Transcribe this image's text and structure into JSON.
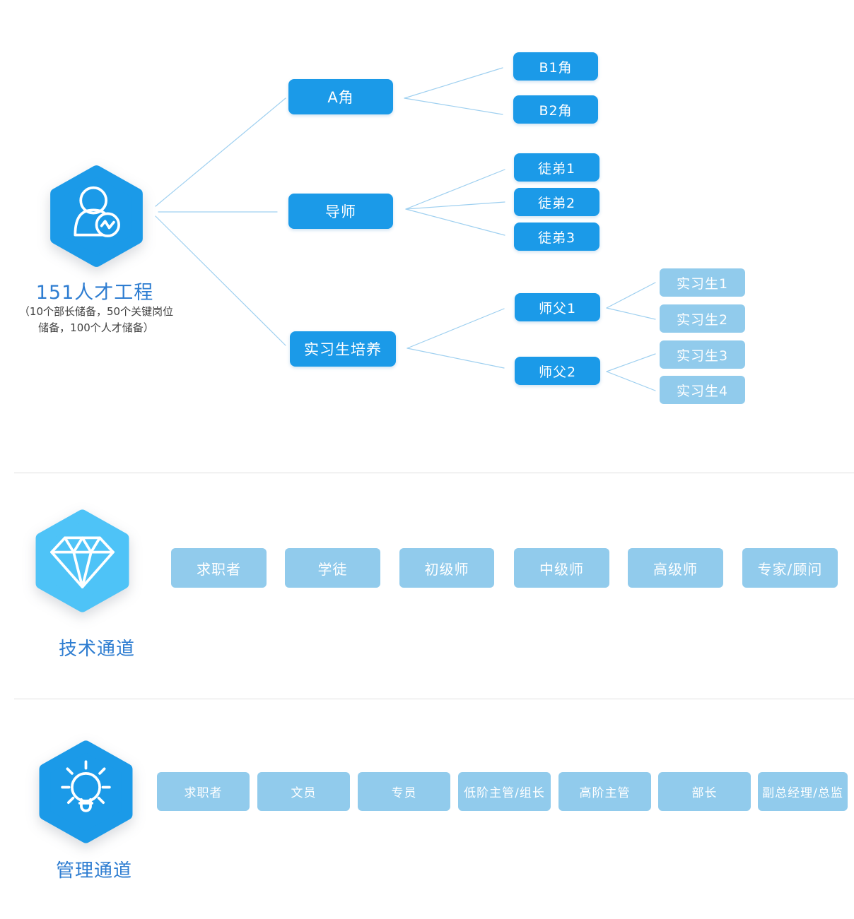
{
  "palette": {
    "dark_blue": "#1b9ae8",
    "light_blue": "#91cbec",
    "sky_blue": "#4ec3f7",
    "line_blue": "#9fd0f0",
    "title_blue": "#2e7dd1",
    "divider_gray": "#e0e0e0",
    "text_dark": "#404040"
  },
  "org_chart": {
    "icon": "person-stats-icon",
    "title": "151人才工程",
    "subtitle_lines": [
      "（10个部长储备，50个关键岗位",
      "储备，100个人才储备）"
    ],
    "branches": [
      {
        "label": "A角",
        "children": [
          {
            "label": "B1角"
          },
          {
            "label": "B2角"
          }
        ]
      },
      {
        "label": "导师",
        "children": [
          {
            "label": "徒弟1"
          },
          {
            "label": "徒弟2"
          },
          {
            "label": "徒弟3"
          }
        ]
      },
      {
        "label": "实习生培养",
        "children": [
          {
            "label": "师父1",
            "children": [
              {
                "label": "实习生1"
              },
              {
                "label": "实习生2"
              }
            ]
          },
          {
            "label": "师父2",
            "children": [
              {
                "label": "实习生3"
              },
              {
                "label": "实习生4"
              }
            ]
          }
        ]
      }
    ]
  },
  "tech_channel": {
    "icon": "diamond-icon",
    "label": "技术通道",
    "stages": [
      "求职者",
      "学徒",
      "初级师",
      "中级师",
      "高级师",
      "专家/顾问"
    ]
  },
  "management_channel": {
    "icon": "lightbulb-icon",
    "label": "管理通道",
    "stages": [
      "求职者",
      "文员",
      "专员",
      "低阶主管/组长",
      "高阶主管",
      "部长",
      "副总经理/总监"
    ]
  }
}
